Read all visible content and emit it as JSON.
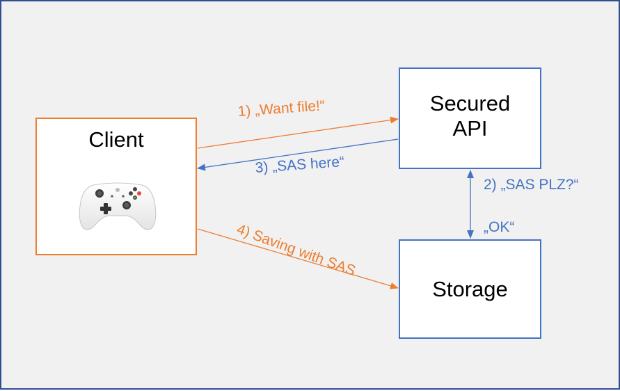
{
  "nodes": {
    "client": {
      "title": "Client"
    },
    "api": {
      "title": "Secured\nAPI"
    },
    "storage": {
      "title": "Storage"
    }
  },
  "edges": {
    "want_file": {
      "label": "1) „Want file!“"
    },
    "sas_plz": {
      "label": "2) „SAS PLZ?“"
    },
    "ok": {
      "label": "„OK“"
    },
    "sas_here": {
      "label": "3) „SAS here“"
    },
    "saving": {
      "label": "4) Saving with SAS"
    }
  },
  "colors": {
    "client_flow": "#ed7d31",
    "server_flow": "#4472c4",
    "frame": "#2f4f8f",
    "background": "#f1f1f1"
  },
  "icons": {
    "client_icon": "game-controller-icon"
  }
}
